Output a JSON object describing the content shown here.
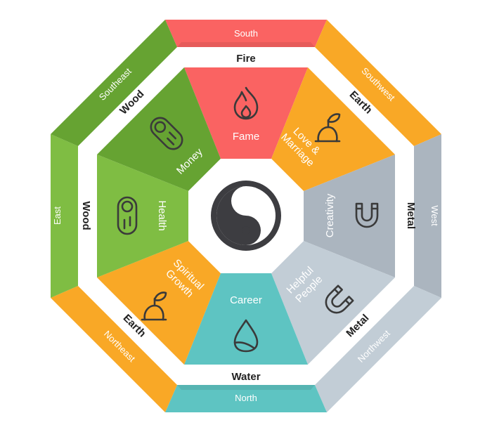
{
  "colors": {
    "fire": "#fa6362",
    "earth": "#f9a826",
    "wood_dark": "#66a332",
    "wood_light": "#7fbd43",
    "metal_dark": "#abb5bf",
    "metal_light": "#c2cdd6",
    "water": "#5ec4c2",
    "center_ring": "#3d3d41"
  },
  "directions": {
    "south": "South",
    "southwest": "Southwest",
    "west": "West",
    "northwest": "Northwest",
    "north": "North",
    "northeast": "Northeast",
    "east": "East",
    "southeast": "Southeast"
  },
  "elements": {
    "top": "Fire",
    "top_right": "Earth",
    "right": "Metal",
    "bottom_right": "Metal",
    "bottom": "Water",
    "bottom_left": "Earth",
    "left": "Wood",
    "top_left": "Wood"
  },
  "areas": {
    "fame": "Fame",
    "love_line1": "Love &",
    "love_line2": "Marriage",
    "creativity": "Creativity",
    "helpful_line1": "Helpful",
    "helpful_line2": "People",
    "career": "Career",
    "spiritual_line1": "Spiritual",
    "spiritual_line2": "Growth",
    "health": "Health",
    "money": "Money"
  },
  "icons": {
    "fame": "flame-icon",
    "love": "sprout-icon",
    "creativity": "magnet-icon",
    "helpful": "magnet-icon",
    "career": "water-drop-icon",
    "spiritual": "sprout-icon",
    "health": "log-icon",
    "money": "log-icon",
    "center": "yin-yang-icon"
  }
}
